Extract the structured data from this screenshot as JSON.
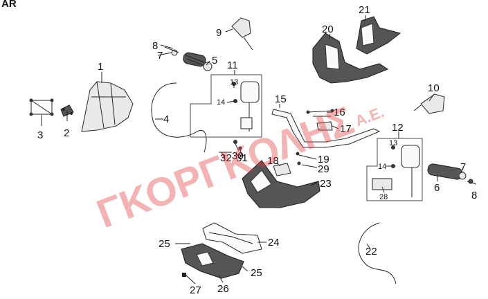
{
  "header": {
    "corner_text": "AR"
  },
  "watermark": {
    "brand": "ΓΚΟΡΓΚΟΛΗΣ",
    "suffix": "Α.Ε.",
    "color": "#e23a3a"
  },
  "callouts": [
    "1",
    "2",
    "3",
    "4",
    "5",
    "6",
    "7",
    "7",
    "8",
    "8",
    "9",
    "10",
    "11",
    "12",
    "13",
    "13",
    "14",
    "14",
    "15",
    "16",
    "17",
    "18",
    "19",
    "20",
    "21",
    "22",
    "23",
    "24",
    "25",
    "25",
    "26",
    "27",
    "28",
    "29",
    "30",
    "31",
    "32"
  ],
  "parts": {
    "p1": "1",
    "p2": "2",
    "p3": "3",
    "p4": "4",
    "p5": "5",
    "p6": "6",
    "p7a": "7",
    "p7b": "7",
    "p8a": "8",
    "p8b": "8",
    "p9": "9",
    "p10": "10",
    "p11": "11",
    "p12": "12",
    "p13a": "13",
    "p13b": "13",
    "p14a": "14",
    "p14b": "14",
    "p15": "15",
    "p16": "16",
    "p17": "17",
    "p18": "18",
    "p19": "19",
    "p20": "20",
    "p21": "21",
    "p22": "22",
    "p23": "23",
    "p24": "24",
    "p25a": "25",
    "p25b": "25",
    "p26": "26",
    "p27": "27",
    "p28": "28",
    "p29": "29",
    "p30": "30",
    "p31": "31",
    "p32": "32"
  }
}
